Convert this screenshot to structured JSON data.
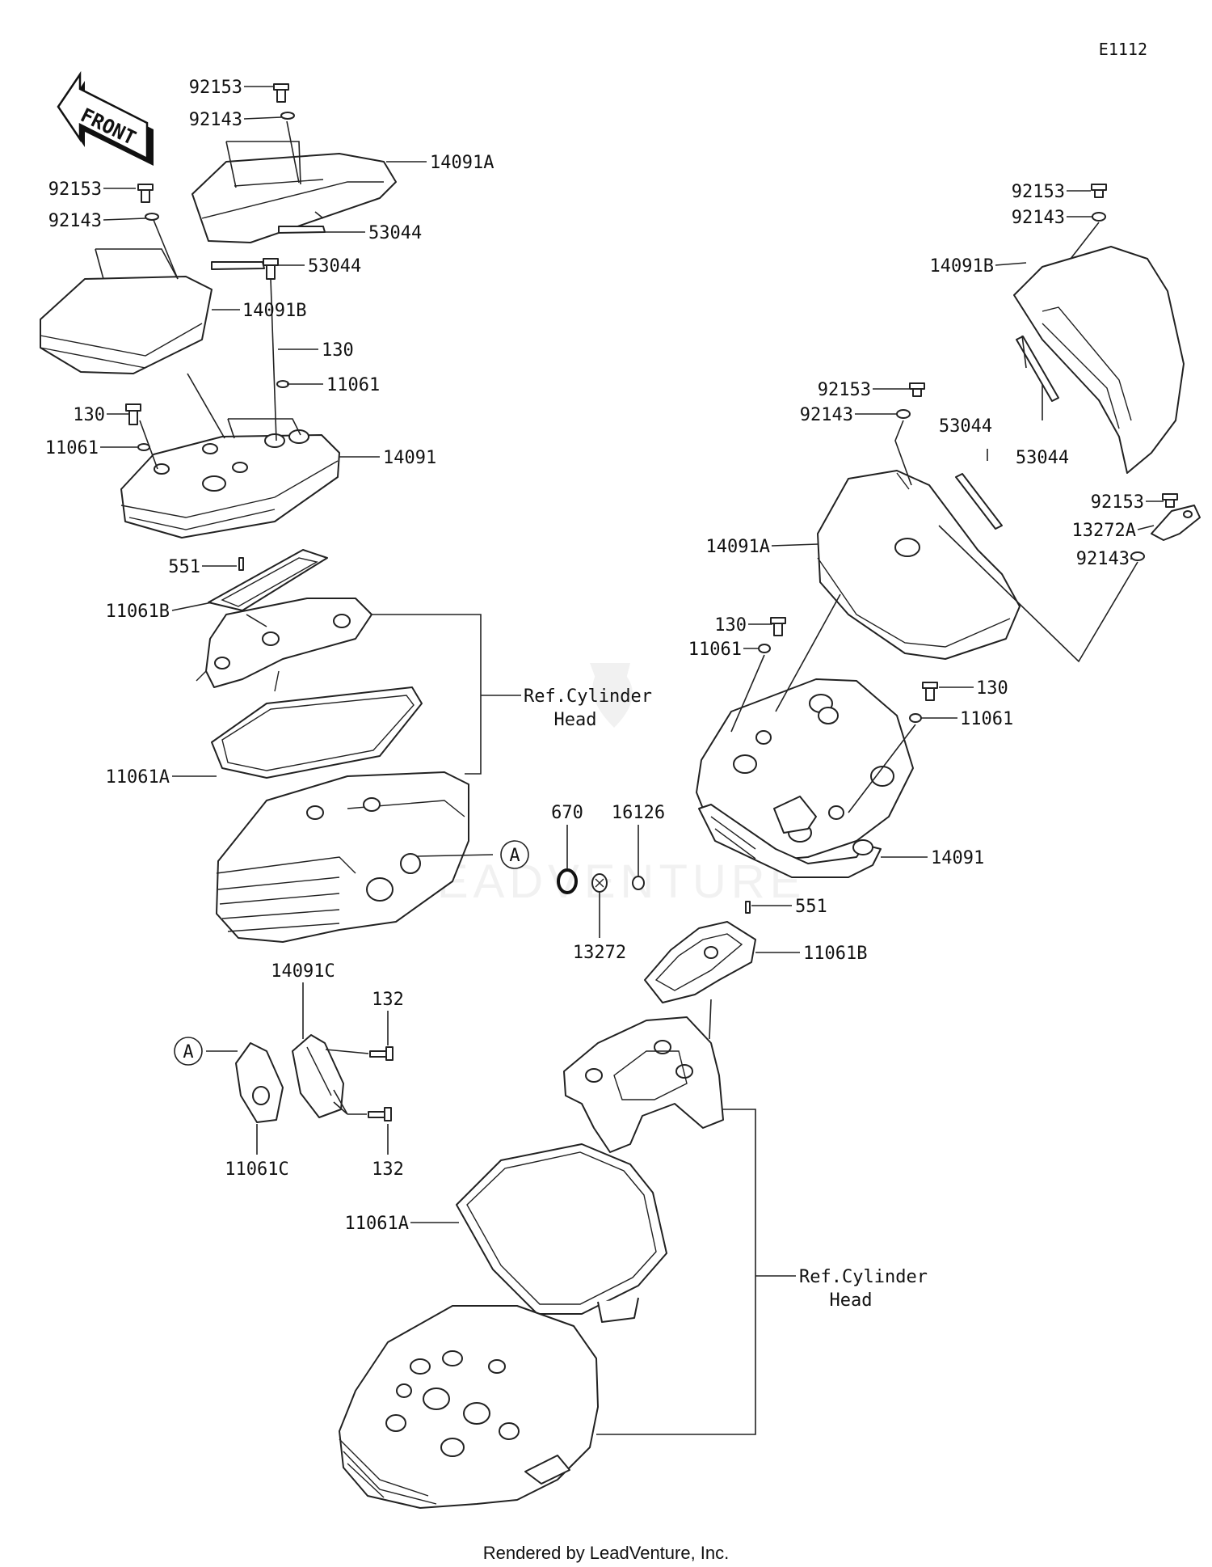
{
  "diagram_code": "E1112",
  "credit": "Rendered by LeadVenture, Inc.",
  "front_arrow": {
    "label": "FRONT"
  },
  "watermark": "LEADVENTURE",
  "callout_ref": "A",
  "labels": {
    "l01": "92153",
    "l02": "92143",
    "l03": "14091A",
    "l04": "53044",
    "l05": "92153",
    "l06": "92143",
    "l07": "53044",
    "l08": "14091B",
    "l09": "130",
    "l10": "11061",
    "l11": "130",
    "l12": "11061",
    "l13": "14091",
    "l14": "551",
    "l15": "11061B",
    "l16": "11061A",
    "l17": "670",
    "l18": "16126",
    "l19": "13272",
    "l20": "14091C",
    "l21": "132",
    "l22": "132",
    "l23": "11061C",
    "r01": "92153",
    "r02": "92143",
    "r03": "14091B",
    "r04": "53044",
    "r05": "92153",
    "r06": "92143",
    "r07": "53044",
    "r08": "92153",
    "r09": "13272A",
    "r10": "92143",
    "r11": "14091A",
    "r12": "130",
    "r13": "11061",
    "r14": "130",
    "r15": "11061",
    "r16": "14091",
    "r17": "551",
    "r18": "11061B",
    "r19": "11061A"
  },
  "ref_labels": {
    "top": {
      "line1": "Ref.Cylinder",
      "line2": "Head"
    },
    "bottom": {
      "line1": "Ref.Cylinder",
      "line2": "Head"
    }
  }
}
